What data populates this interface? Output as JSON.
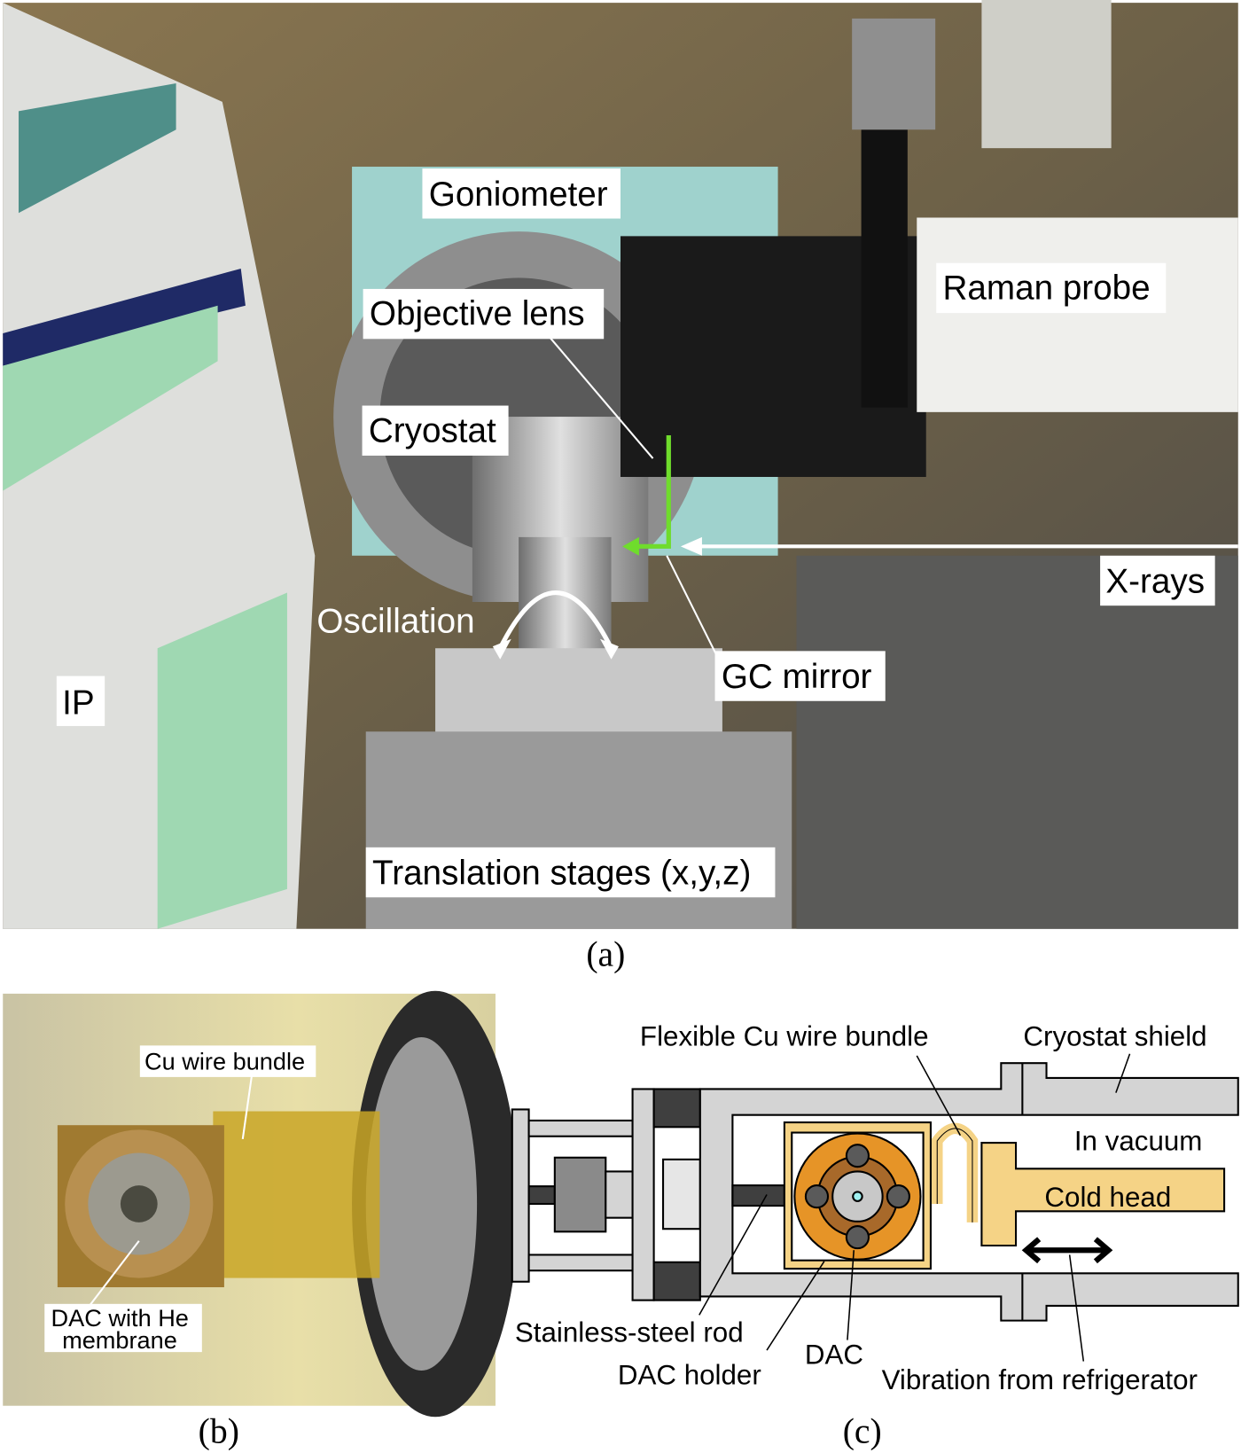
{
  "panel_a": {
    "caption": "(a)",
    "labels": {
      "goniometer": "Goniometer",
      "objective_lens": "Objective lens",
      "cryostat": "Cryostat",
      "raman_probe": "Raman probe",
      "xrays": "X-rays",
      "oscillation": "Oscillation",
      "gc_mirror": "GC mirror",
      "ip": "IP",
      "translation_stages": "Translation stages (x,y,z)"
    },
    "colors": {
      "beam_arrow": "#6fdc2c",
      "xray_arrow": "#ffffff"
    }
  },
  "panel_b": {
    "caption": "(b)",
    "labels": {
      "cu_wire_bundle": "Cu wire bundle",
      "dac_line1": "DAC with He",
      "dac_line2": "membrane"
    }
  },
  "panel_c": {
    "caption": "(c)",
    "labels": {
      "flexible_cu": "Flexible Cu wire bundle",
      "cryostat_shield": "Cryostat shield",
      "in_vacuum": "In vacuum",
      "cold_head": "Cold head",
      "stainless_rod": "Stainless-steel rod",
      "dac_holder": "DAC holder",
      "dac": "DAC",
      "vibration": "Vibration from refrigerator"
    },
    "colors": {
      "shield": "#d4d4d4",
      "cold_head": "#f5d386",
      "dac_outer": "#e69427",
      "dac_inner": "#a8692a",
      "dark": "#3f3f3f"
    }
  }
}
